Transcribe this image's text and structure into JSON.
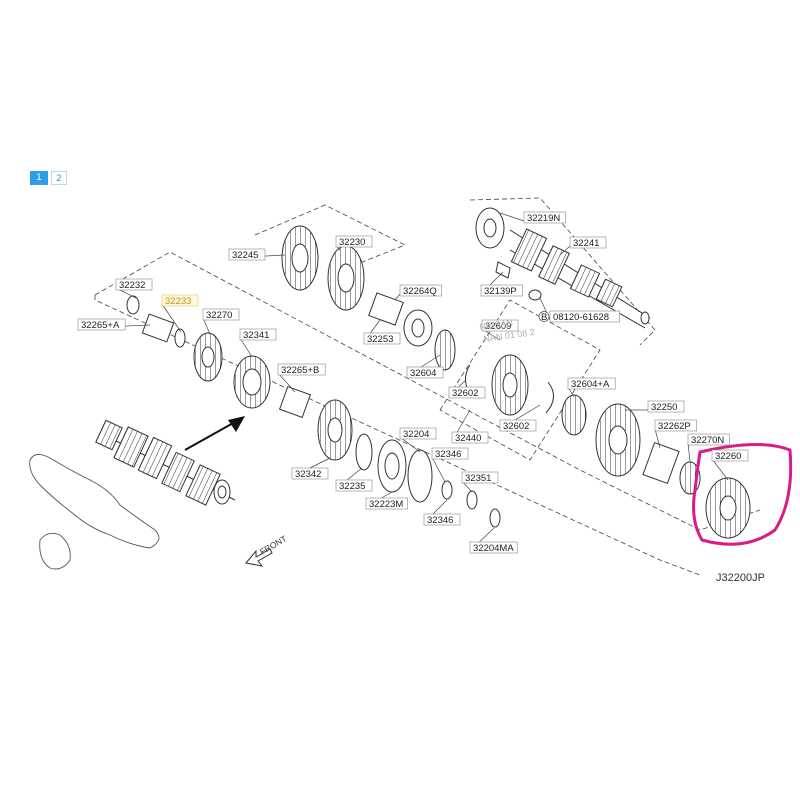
{
  "pagination": {
    "pages": [
      {
        "label": "1",
        "active": true
      },
      {
        "label": "2",
        "active": false
      }
    ]
  },
  "reference_code": "J32200JP",
  "front_label": "FRONT",
  "watermark_lines": [
    "NISSAN",
    "NAN 01 08 2"
  ],
  "parts": {
    "p32232": "32232",
    "p32233": "32233",
    "p32265A": "32265+A",
    "p32270": "32270",
    "p32245": "32245",
    "p32230": "32230",
    "p32264Q": "32264Q",
    "p32253": "32253",
    "p32341": "32341",
    "p32265B": "32265+B",
    "p32219N": "32219N",
    "p32241": "32241",
    "p32139P": "32139P",
    "pBolt": "08120-61628",
    "pBoltPrefix": "B",
    "p32609": "32609",
    "p32604": "32604",
    "p32602a": "32602",
    "p32602b": "32602",
    "p32604A": "32604+A",
    "p32440": "32440",
    "p32250": "32250",
    "p32262P": "32262P",
    "p32270N": "32270N",
    "p32260": "32260",
    "p32204": "32204",
    "p32346a": "32346",
    "p32346b": "32346",
    "p32351": "32351",
    "p32204MA": "32204MA",
    "p32342": "32342",
    "p32235": "32235",
    "p32223M": "32223M"
  },
  "colors": {
    "highlight_circle": "#d81b8c",
    "highlight_label_box": "#fff8d8",
    "pager_active": "#2e9ce6",
    "line": "#333333"
  }
}
